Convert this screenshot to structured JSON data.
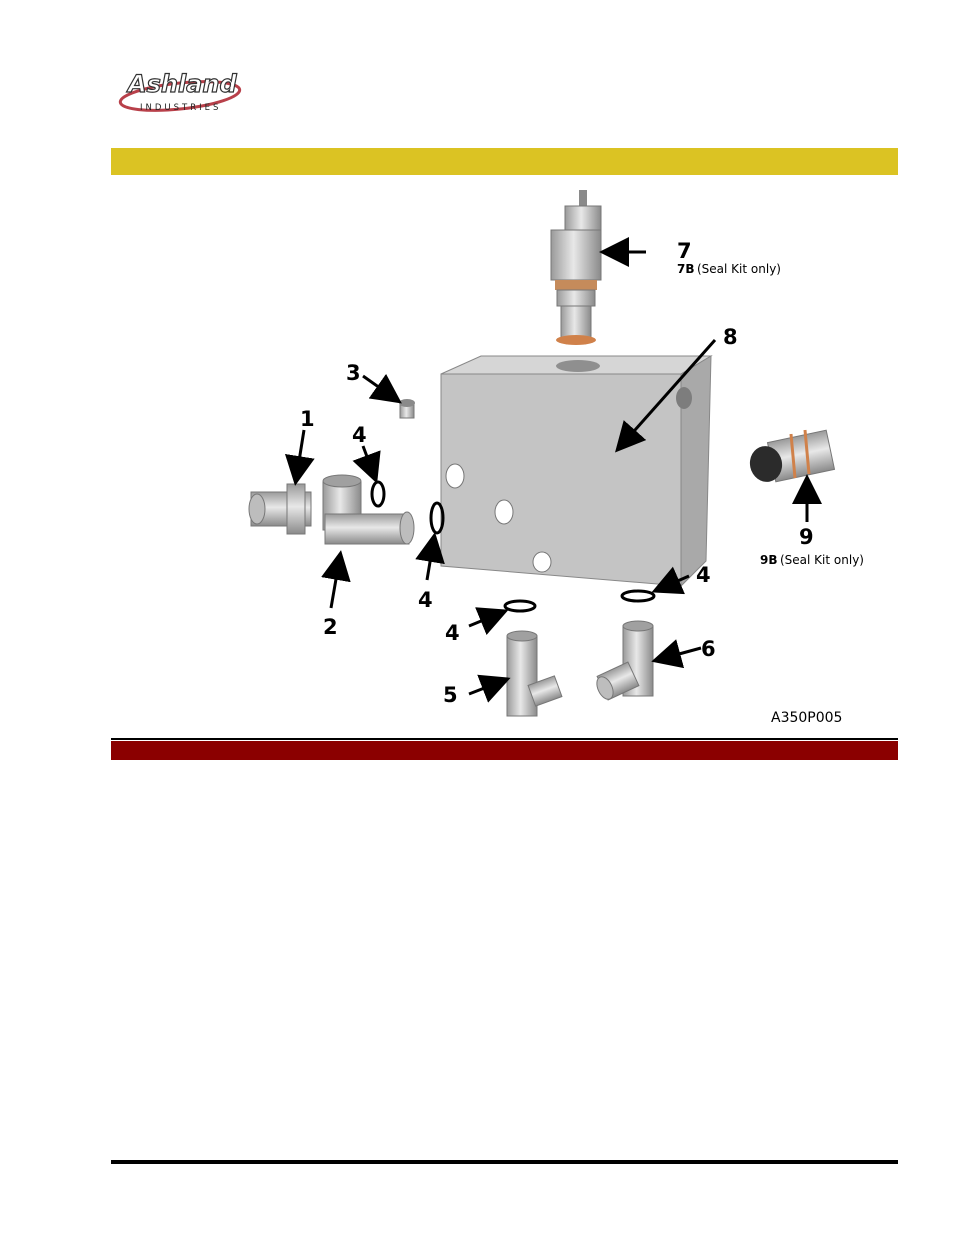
{
  "header": {
    "logo": {
      "name": "Ashland",
      "subtitle": "INDUSTRIES"
    },
    "bar_color": "#dbc323"
  },
  "diagram": {
    "figure_code": "A350P005",
    "callouts": {
      "c1": "1",
      "c2": "2",
      "c3": "3",
      "c4a": "4",
      "c4b": "4",
      "c4c": "4",
      "c4d": "4",
      "c5": "5",
      "c6": "6",
      "c7": "7",
      "c8": "8",
      "c9": "9"
    },
    "notes": {
      "n7b_code": "7B",
      "n7b_text": "(Seal Kit only)",
      "n9b_code": "9B",
      "n9b_text": "(Seal Kit only)"
    }
  },
  "section_bar_color": "#8b0000"
}
